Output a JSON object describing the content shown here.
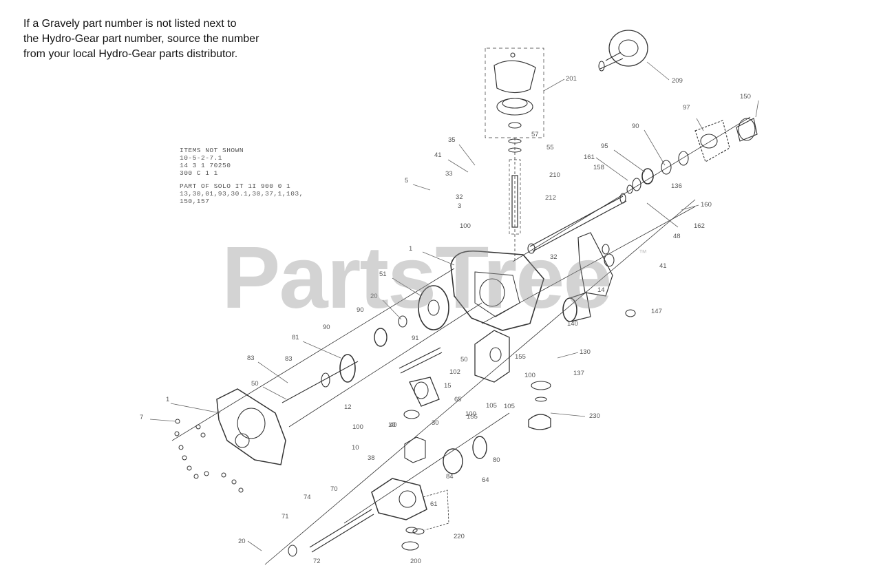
{
  "notice": {
    "lines": [
      "If a Gravely part number is not listed next to",
      "the Hydro-Gear part number, source the number",
      "from your local Hydro-Gear parts distributor."
    ]
  },
  "items_not_shown": {
    "lines": [
      "ITEMS NOT SHOWN",
      "10-5-2-7.1",
      "14 3 1 70250",
      "300 C 1 1"
    ],
    "lines2": [
      "PART OF SOLO IT 1I 900 0 1",
      "13,30,01,93,30.1,30,37,1,103,",
      "150,157"
    ]
  },
  "watermark": {
    "text": "PartsTree",
    "tm": "™"
  },
  "callouts": [
    "201",
    "209",
    "150",
    "97",
    "90",
    "161",
    "95",
    "158",
    "136",
    "35",
    "57",
    "55",
    "210",
    "41",
    "33",
    "5",
    "32",
    "3",
    "100",
    "212",
    "1",
    "160",
    "162",
    "48",
    "51",
    "41",
    "32",
    "20",
    "14",
    "147",
    "140",
    "130",
    "90",
    "83",
    "83",
    "81",
    "90",
    "50",
    "91",
    "50",
    "15",
    "102",
    "12",
    "100",
    "100",
    "155",
    "155",
    "137",
    "10",
    "65",
    "100",
    "105",
    "105",
    "40",
    "30",
    "230",
    "38",
    "64",
    "80",
    "84",
    "74",
    "70",
    "20",
    "72",
    "71",
    "10",
    "7",
    "1",
    "220",
    "200",
    "61"
  ]
}
